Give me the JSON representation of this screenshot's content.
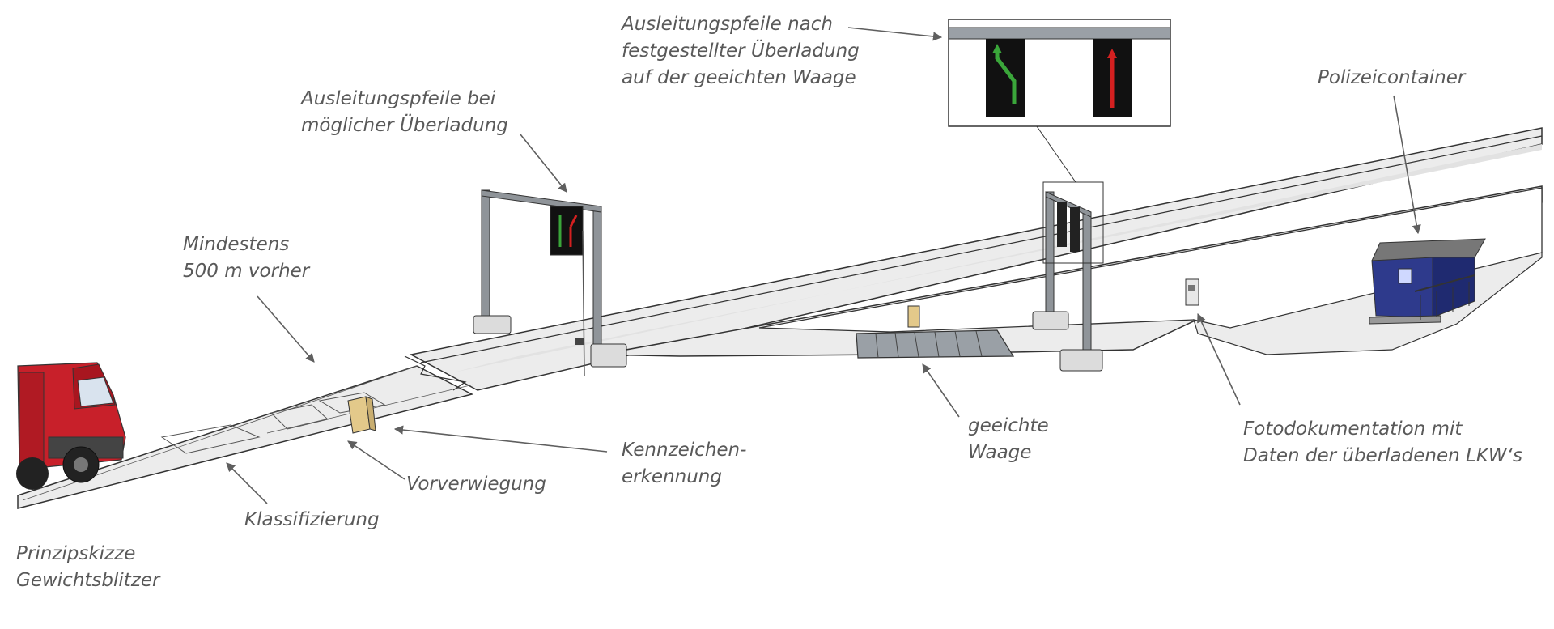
{
  "labels": {
    "caption": [
      "Prinzipskizze",
      "Gewichtsblitzer"
    ],
    "mindestens": [
      "Mindestens",
      "500 m vorher"
    ],
    "arrows_possible": [
      "Ausleitungspfeile bei",
      "möglicher Überladung"
    ],
    "arrows_confirmed": [
      "Ausleitungspfeile nach",
      "festgestellter Überladung",
      "auf der geeichten Waage"
    ],
    "police": [
      "Polizeicontainer"
    ],
    "classification": [
      "Klassifizierung"
    ],
    "preweigh": [
      "Vorverwiegung"
    ],
    "plate": [
      "Kennzeichen-",
      "erkennung"
    ],
    "scale": [
      "geeichte",
      "Waage"
    ],
    "photo": [
      "Fotodokumentation mit",
      "Daten der überladenen LKW‘s"
    ]
  },
  "colors": {
    "text": "#595959",
    "leader": "#5f5f5f",
    "road": "#ececec",
    "road_edge": "#333333",
    "gantry": "#8f9499",
    "truck_red": "#c8202a",
    "container_blue": "#2e3a8c",
    "arrow_green": "#3aa63a",
    "arrow_red": "#d42020",
    "device_beige": "#e3c98a"
  },
  "icons": [
    "truck-icon",
    "gantry-icon",
    "police-container-icon",
    "weigh-scale-icon",
    "camera-terminal-icon"
  ]
}
